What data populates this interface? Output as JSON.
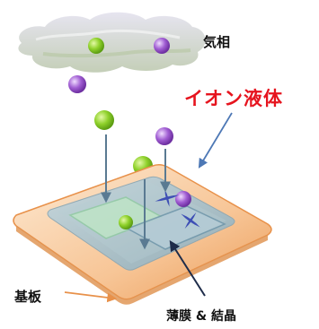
{
  "labels": {
    "gas_phase": "気相",
    "ionic_liquid": "イオン液体",
    "substrate": "基板",
    "film_crystal": "薄膜 & 結晶"
  },
  "colors": {
    "ionic_liquid_text": "#e6141e",
    "substrate_fill": "#f8c79a",
    "substrate_edge": "#e8914a",
    "liquid_fill": "#a9c4cf",
    "cloud_fill": "#c9c6dd",
    "green_particle": "#8fd12b",
    "purple_particle": "#a15ed3",
    "arrow": "#5a7a92",
    "blue_cross": "#3e4fb5"
  },
  "particles": {
    "green_count": 4,
    "purple_count": 4
  }
}
